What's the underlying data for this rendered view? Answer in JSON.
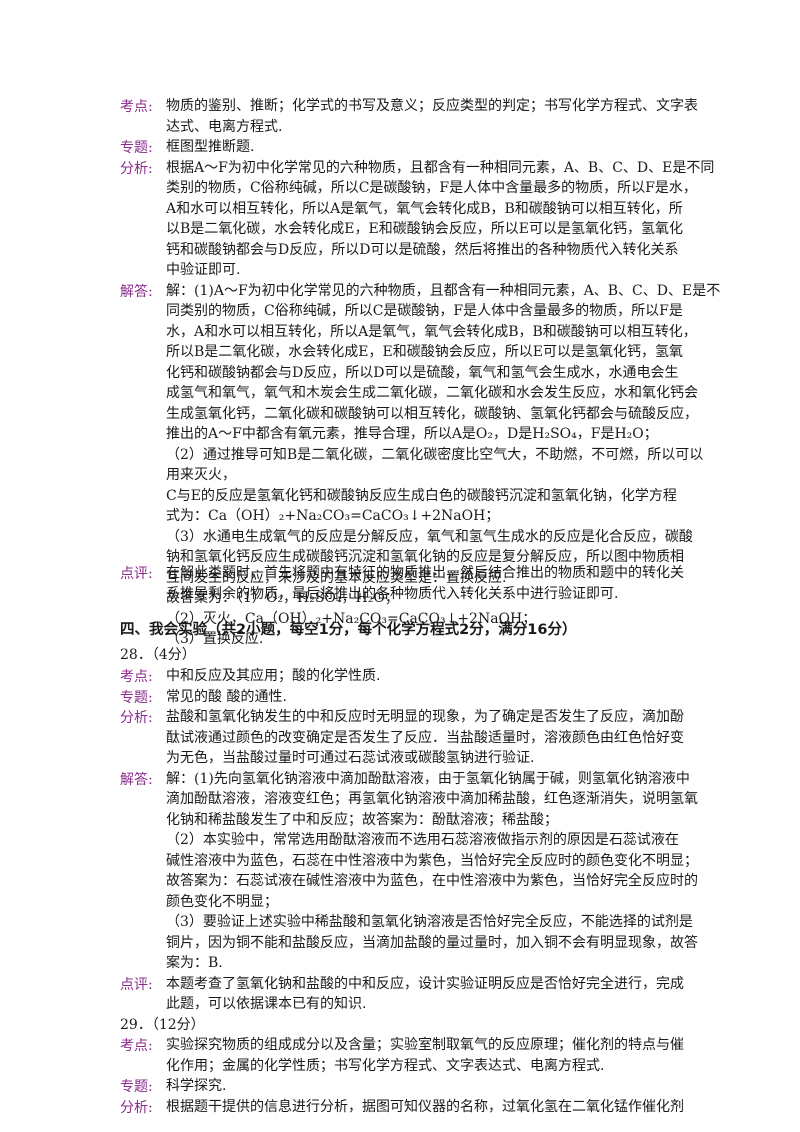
{
  "block1": {
    "kaodian": {
      "label": "考点:",
      "lines": [
        "物质的鉴别、推断；化学式的书写及意义；反应类型的判定；书写化学方程式、文字表",
        "达式、电离方程式."
      ]
    },
    "zhuanti": {
      "label": "专题:",
      "lines": [
        "框图型推断题."
      ]
    },
    "fenxi": {
      "label": "分析:",
      "lines": [
        "根据A～F为初中化学常见的六种物质，且都含有一种相同元素，A、B、C、D、E是不同",
        "类别的物质，C俗称纯碱，所以C是碳酸钠，F是人体中含量最多的物质，所以F是水，",
        "A和水可以相互转化，所以A是氧气，氧气会转化成B，B和碳酸钠可以相互转化，所",
        "以B是二氧化碳，水会转化成E，E和碳酸钠会反应，所以E可以是氢氧化钙，氢氧化",
        "钙和碳酸钠都会与D反应，所以D可以是硫酸，然后将推出的各种物质代入转化关系",
        "中验证即可."
      ]
    },
    "jieda": {
      "label": "解答:",
      "lines": [
        "解：(1)A～F为初中化学常见的六种物质，且都含有一种相同元素，A、B、C、D、E是不",
        "同类别的物质，C俗称纯碱，所以C是碳酸钠，F是人体中含量最多的物质，所以F是",
        "水，A和水可以相互转化，所以A是氧气，氧气会转化成B，B和碳酸钠可以相互转化，",
        "所以B是二氧化碳，水会转化成E，E和碳酸钠会反应，所以E可以是氢氧化钙，氢氧",
        "化钙和碳酸钠都会与D反应，所以D可以是硫酸，氧气和氢气会生成水，水通电会生",
        "成氢气和氧气，氧气和木炭会生成二氧化碳，二氧化碳和水会发生反应，水和氧化钙会",
        "生成氢氧化钙，二氧化碳和碳酸钠可以相互转化，碳酸钠、氢氧化钙都会与硫酸反应，",
        "推出的A～F中都含有氧元素，推导合理，所以A是O₂，D是H₂SO₄，F是H₂O；",
        "（2）通过推导可知B是二氧化碳，二氧化碳密度比空气大，不助燃，不可燃，所以可以",
        "用来灭火，",
        "C与E的反应是氢氧化钙和碳酸钠反应生成白色的碳酸钙沉淀和氢氧化钠，化学方程",
        "式为：Ca（OH）₂+Na₂CO₃=CaCO₃↓+2NaOH；",
        "（3）水通电生成氧气的反应是分解反应，氧气和氢气生成水的反应是化合反应，碳酸",
        "钠和氢氧化钙反应生成碳酸钙沉淀和氢氧化钠的反应是复分解反应，所以图中物质相",
        "互间发生的反应，未涉及的基本反应类型是：置换反应.",
        "故答案为：（1）O₂，H₂SO₄，H₂O；",
        "（2）灭火，Ca（OH）₂+Na₂CO₃=CaCO₃↓+2NaOH；",
        "（3）置换反应."
      ]
    },
    "dianping": {
      "label": "点评:",
      "lines": [
        "在解此类题时，首先将题中有特征的物质推出，然后结合推出的物质和题中的转化关",
        "系推导剩余的物质，最后将推出的各种物质代入转化关系中进行验证即可."
      ]
    }
  },
  "section_heading": "四、我会实验（共2小题，每空1分，每个化学方程式2分，满分16分）",
  "q28": {
    "number": "28．（4分）",
    "kaodian": {
      "label": "考点:",
      "lines": [
        "中和反应及其应用；酸的化学性质."
      ]
    },
    "zhuanti": {
      "label": "专题:",
      "lines": [
        "常见的酸  酸的通性."
      ]
    },
    "fenxi": {
      "label": "分析:",
      "lines": [
        "盐酸和氢氧化钠发生的中和反应时无明显的现象，为了确定是否发生了反应，滴加酚",
        "酞试液通过颜色的改变确定是否发生了反应．当盐酸适量时，溶液颜色由红色恰好变",
        "为无色，当盐酸过量时可通过石蕊试液或碳酸氢钠进行验证."
      ]
    },
    "jieda": {
      "label": "解答:",
      "lines": [
        "解：(1)先向氢氧化钠溶液中滴加酚酞溶液，由于氢氧化钠属于碱，则氢氧化钠溶液中",
        "滴加酚酞溶液，溶液变红色；再氢氧化钠溶液中滴加稀盐酸，红色逐渐消失，说明氢氧",
        "化钠和稀盐酸发生了中和反应；故答案为：酚酞溶液；稀盐酸；",
        "（2）本实验中，常常选用酚酞溶液而不选用石蕊溶液做指示剂的原因是石蕊试液在",
        "碱性溶液中为蓝色，石蕊在中性溶液中为紫色，当恰好完全反应时的颜色变化不明显；",
        "故答案为：石蕊试液在碱性溶液中为蓝色，在中性溶液中为紫色，当恰好完全反应时的",
        "颜色变化不明显；",
        "（3）要验证上述实验中稀盐酸和氢氧化钠溶液是否恰好完全反应，不能选择的试剂是",
        "铜片，因为铜不能和盐酸反应，当滴加盐酸的量过量时，加入铜不会有明显现象，故答",
        "案为：B."
      ]
    },
    "dianping": {
      "label": "点评:",
      "lines": [
        "本题考查了氢氧化钠和盐酸的中和反应，设计实验证明反应是否恰好完全进行，完成",
        "此题，可以依据课本已有的知识."
      ]
    }
  },
  "q29": {
    "number": "29．（12分）",
    "kaodian": {
      "label": "考点:",
      "lines": [
        "实验探究物质的组成成分以及含量；实验室制取氧气的反应原理；催化剂的特点与催",
        "化作用；金属的化学性质；书写化学方程式、文字表达式、电离方程式."
      ]
    },
    "zhuanti": {
      "label": "专题:",
      "lines": [
        "科学探究."
      ]
    },
    "fenxi": {
      "label": "分析:",
      "lines": [
        "根据题干提供的信息进行分析，据图可知仪器的名称，过氧化氢在二氧化锰作催化剂"
      ]
    }
  }
}
